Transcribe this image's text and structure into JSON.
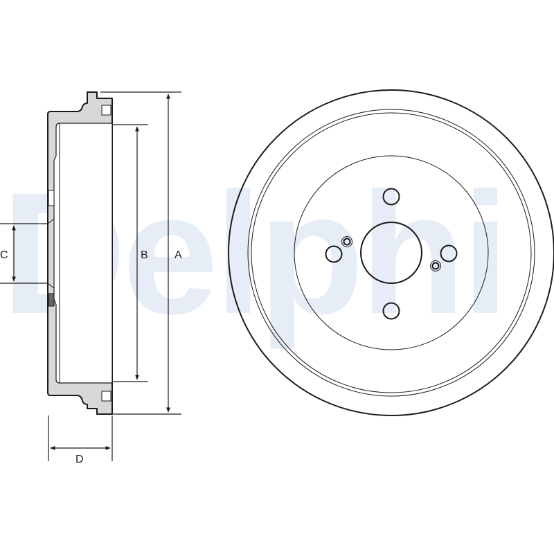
{
  "watermark": {
    "text": "Delphi",
    "color": "#e6edf6"
  },
  "dimensions": {
    "a": "A",
    "b": "B",
    "c": "C",
    "d": "D"
  },
  "colors": {
    "section_fill": "#d8d8d8",
    "line": "#1a1a1a"
  }
}
